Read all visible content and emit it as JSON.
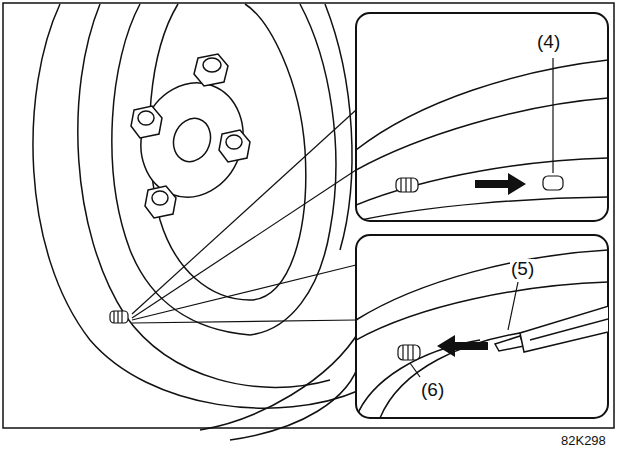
{
  "diagram": {
    "labels": [
      "(4)",
      "(5)",
      "(6)",
      "82K298"
    ]
  }
}
